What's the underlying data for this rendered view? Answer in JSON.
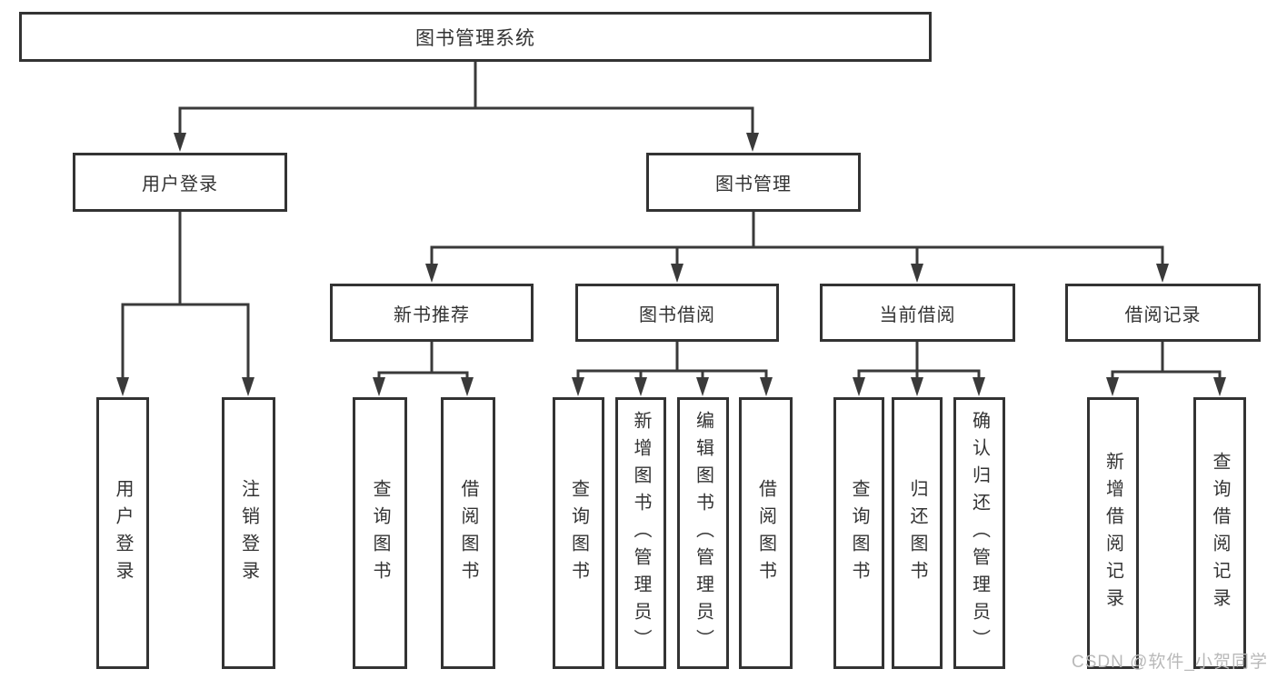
{
  "diagram": {
    "root_label": "图书管理系统",
    "level2": [
      {
        "label": "用户登录"
      },
      {
        "label": "图书管理"
      }
    ],
    "level3": [
      {
        "label": "新书推荐"
      },
      {
        "label": "图书借阅"
      },
      {
        "label": "当前借阅"
      },
      {
        "label": "借阅记录"
      }
    ],
    "groups": [
      {
        "parent": "用户登录",
        "items": [
          "用户登录",
          "注销登录"
        ]
      },
      {
        "parent": "新书推荐",
        "items": [
          "查询图书",
          "借阅图书"
        ]
      },
      {
        "parent": "图书借阅",
        "items": [
          "查询图书",
          "新增图书（管理员）",
          "编辑图书（管理员）",
          "借阅图书"
        ]
      },
      {
        "parent": "当前借阅",
        "items": [
          "查询图书",
          "归还图书",
          "确认归还（管理员）"
        ]
      },
      {
        "parent": "借阅记录",
        "items": [
          "新增借阅记录",
          "查询借阅记录"
        ]
      }
    ]
  },
  "watermark": {
    "text": "CSDN @软件_小贺同学",
    "color": "#b9b9b9"
  },
  "colors": {
    "line": "#3a3a3a",
    "box_border": "#333333",
    "text": "#333333",
    "background": "#ffffff"
  }
}
